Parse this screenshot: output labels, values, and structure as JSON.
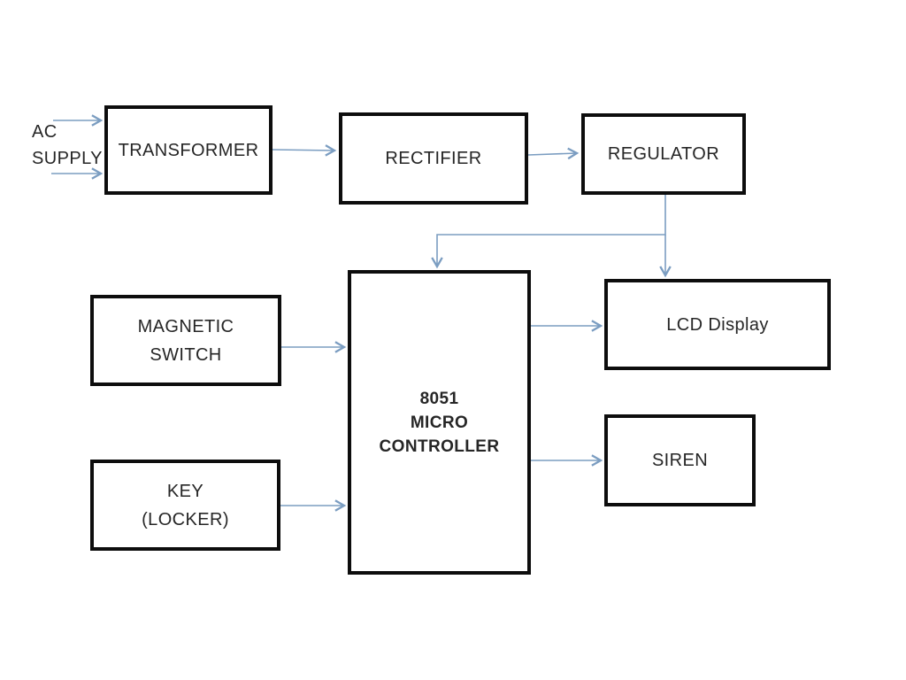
{
  "diagram": {
    "source": {
      "line1": "AC",
      "line2": "SUPPLY"
    },
    "blocks": {
      "transformer": {
        "label": "TRANSFORMER"
      },
      "rectifier": {
        "label": "RECTIFIER"
      },
      "regulator": {
        "label": "REGULATOR"
      },
      "magnetic_switch": {
        "line1": "MAGNETIC",
        "line2": "SWITCH"
      },
      "key_locker": {
        "line1": "KEY",
        "line2": "(LOCKER)"
      },
      "microcontroller": {
        "line1": "8051",
        "line2": "MICRO",
        "line3": "CONTROLLER"
      },
      "lcd_display": {
        "label": "LCD Display"
      },
      "siren": {
        "label": "SIREN"
      }
    },
    "connections": [
      {
        "from": "AC SUPPLY",
        "to": "TRANSFORMER"
      },
      {
        "from": "TRANSFORMER",
        "to": "RECTIFIER"
      },
      {
        "from": "RECTIFIER",
        "to": "REGULATOR"
      },
      {
        "from": "REGULATOR",
        "to": "8051 MICRO CONTROLLER"
      },
      {
        "from": "REGULATOR",
        "to": "LCD Display"
      },
      {
        "from": "MAGNETIC SWITCH",
        "to": "8051 MICRO CONTROLLER"
      },
      {
        "from": "KEY (LOCKER)",
        "to": "8051 MICRO CONTROLLER"
      },
      {
        "from": "8051 MICRO CONTROLLER",
        "to": "LCD Display"
      },
      {
        "from": "8051 MICRO CONTROLLER",
        "to": "SIREN"
      }
    ],
    "colors": {
      "connector": "#7b9dc1",
      "box_border": "#0d0d0d",
      "text": "#262626",
      "background": "#ffffff"
    }
  }
}
